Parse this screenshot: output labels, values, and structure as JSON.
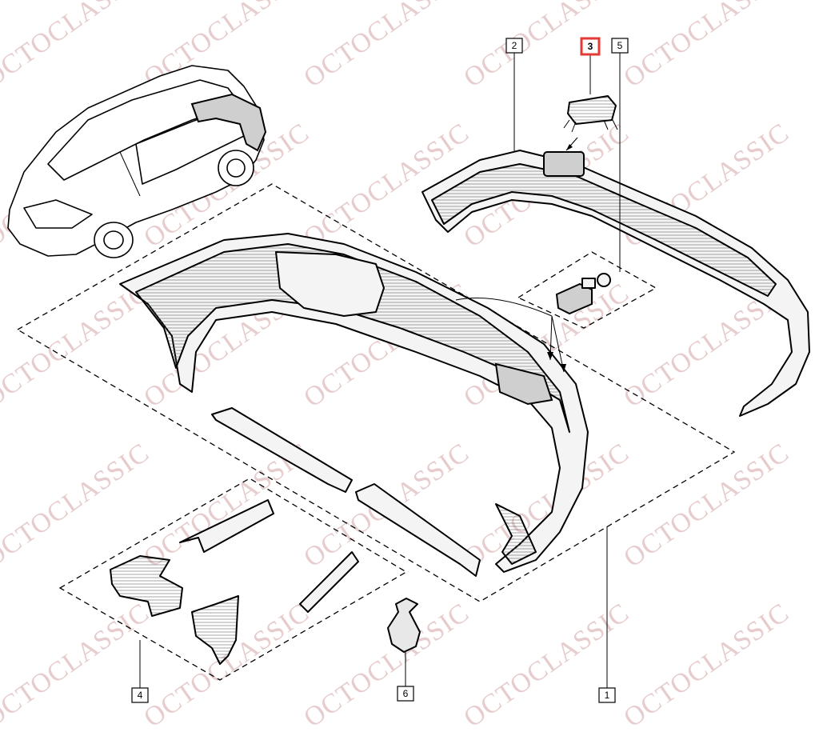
{
  "watermark": {
    "text": "OCTOCLASSIC",
    "color": "#e6cccc"
  },
  "callouts": [
    {
      "id": "1",
      "label": "1",
      "highlighted": false
    },
    {
      "id": "2",
      "label": "2",
      "highlighted": false
    },
    {
      "id": "3",
      "label": "3",
      "highlighted": true
    },
    {
      "id": "4",
      "label": "4",
      "highlighted": false
    },
    {
      "id": "5",
      "label": "5",
      "highlighted": false
    },
    {
      "id": "6",
      "label": "6",
      "highlighted": false
    }
  ],
  "colors": {
    "highlight": "#e53935",
    "line": "#000000"
  }
}
